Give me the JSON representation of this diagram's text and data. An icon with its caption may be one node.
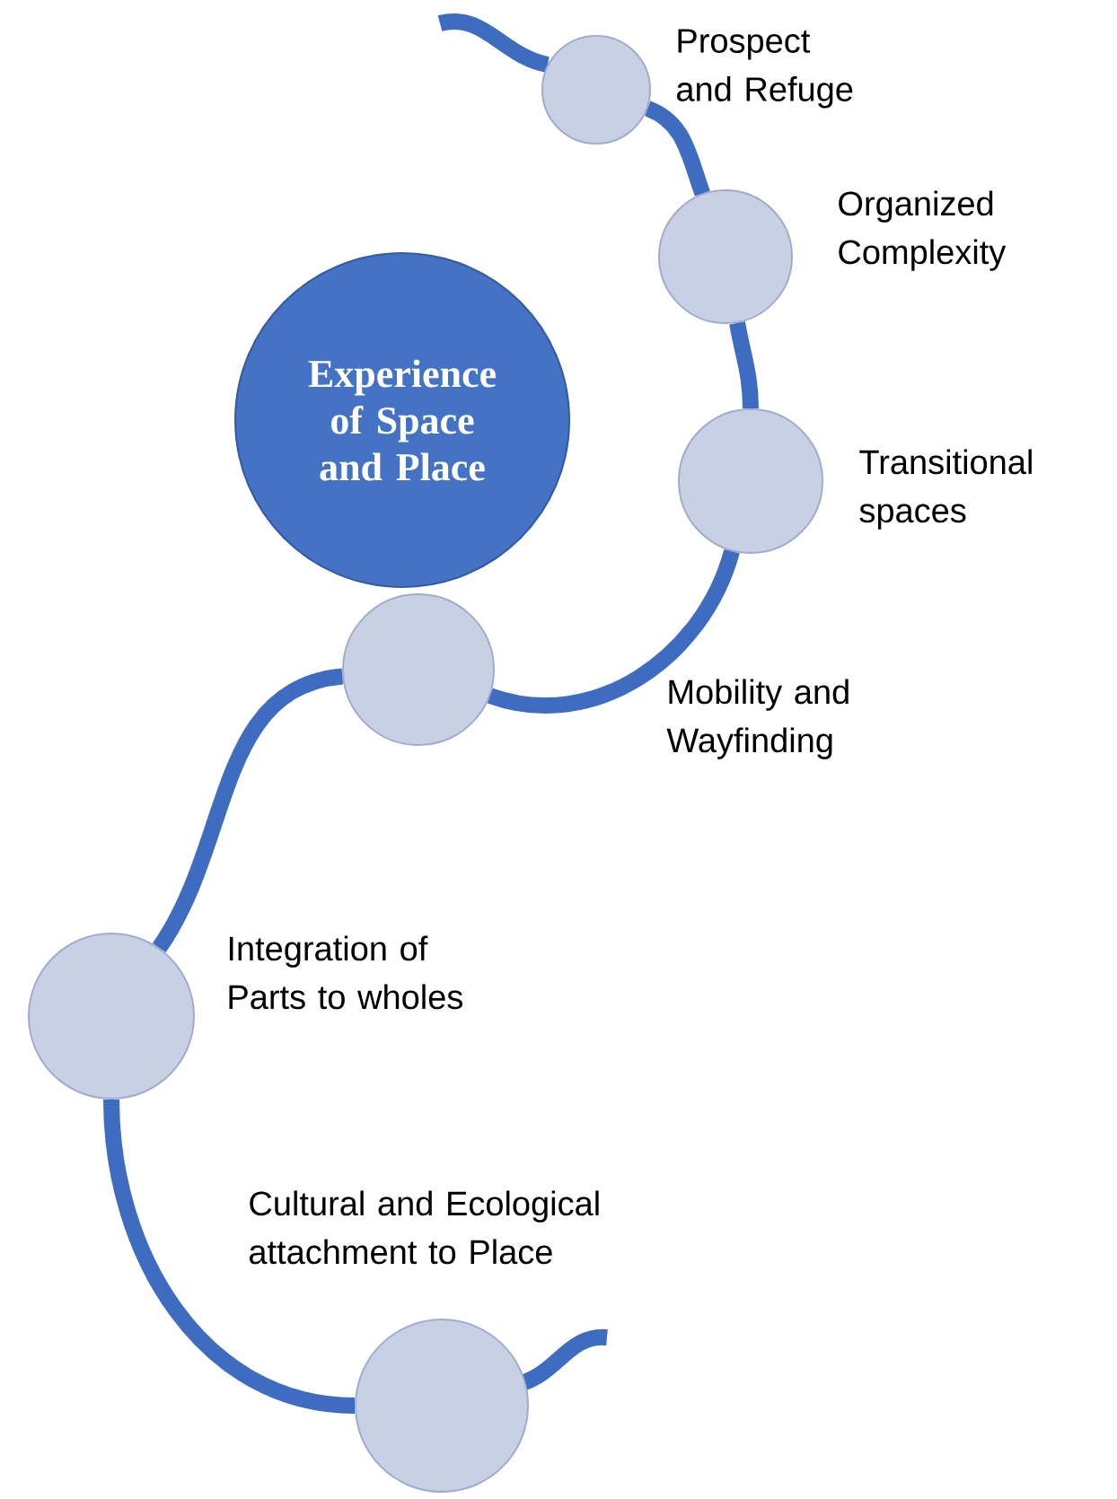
{
  "diagram": {
    "nodes": [
      {
        "text": [
          "Experience of Space and Place"
        ]
      },
      {
        "text": [],
        "shape": "circle",
        "beside": [
          "Prospect and Refuge"
        ]
      },
      {
        "text": [],
        "shape": "circle",
        "beside": [
          "Organized Complexity"
        ]
      },
      {
        "text": [],
        "shape": "circle",
        "beside": [
          "Transitional spaces"
        ]
      },
      {
        "text": [],
        "shape": "circle"
      },
      {
        "text": [],
        "shape": "circle",
        "beside": [
          "Integration of Parts to wholes"
        ]
      },
      {
        "text": [],
        "shape": "circle",
        "beside": [
          "Cultural and Ecological attachment to Place"
        ]
      }
    ],
    "edges": [
      {
        "from": 1,
        "to": 2,
        "arrow": "none"
      },
      {
        "from": 2,
        "to": 3,
        "arrow": "none"
      },
      {
        "from": 3,
        "to": 4,
        "arrow": "none"
      },
      {
        "from": 4,
        "to": 5,
        "arrow": "none"
      },
      {
        "from": 5,
        "to": 6,
        "arrow": "none"
      }
    ],
    "labels": [
      "Mobility and Wayfinding"
    ]
  }
}
